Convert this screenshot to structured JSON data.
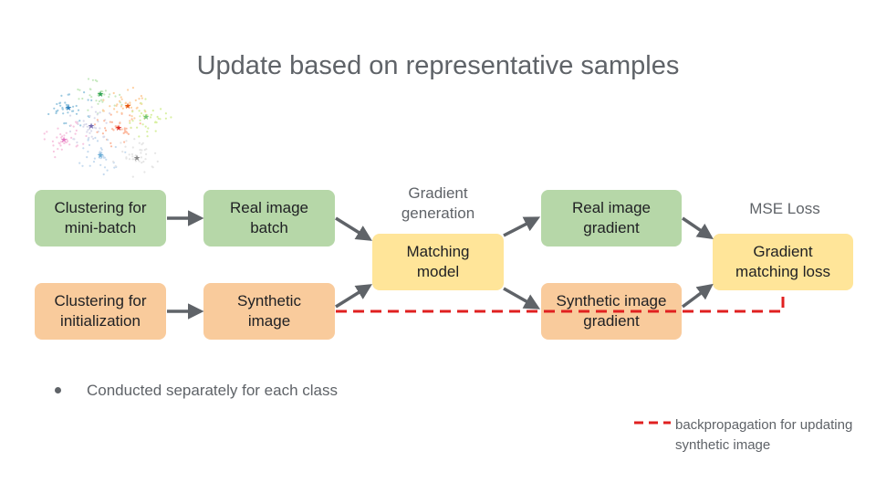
{
  "title": "Update based on representative samples",
  "nodes": {
    "clustering_minibatch": "Clustering for mini-batch",
    "real_image_batch": "Real image batch",
    "clustering_init": "Clustering for initialization",
    "synthetic_image": "Synthetic image",
    "matching_model": "Matching model",
    "real_image_gradient": "Real image gradient",
    "synthetic_image_gradient": "Synthetic image gradient",
    "gradient_matching_loss": "Gradient matching loss"
  },
  "labels": {
    "gradient_generation": "Gradient generation",
    "mse_loss": "MSE Loss"
  },
  "bullet": "Conducted separately for each class",
  "legend": {
    "backprop": "backpropagation for updating synthetic image"
  },
  "colors": {
    "green": "#b6d7a8",
    "orange": "#f9cb9c",
    "yellow": "#ffe599",
    "arrow": "#5f6368",
    "backprop": "#e02020"
  }
}
